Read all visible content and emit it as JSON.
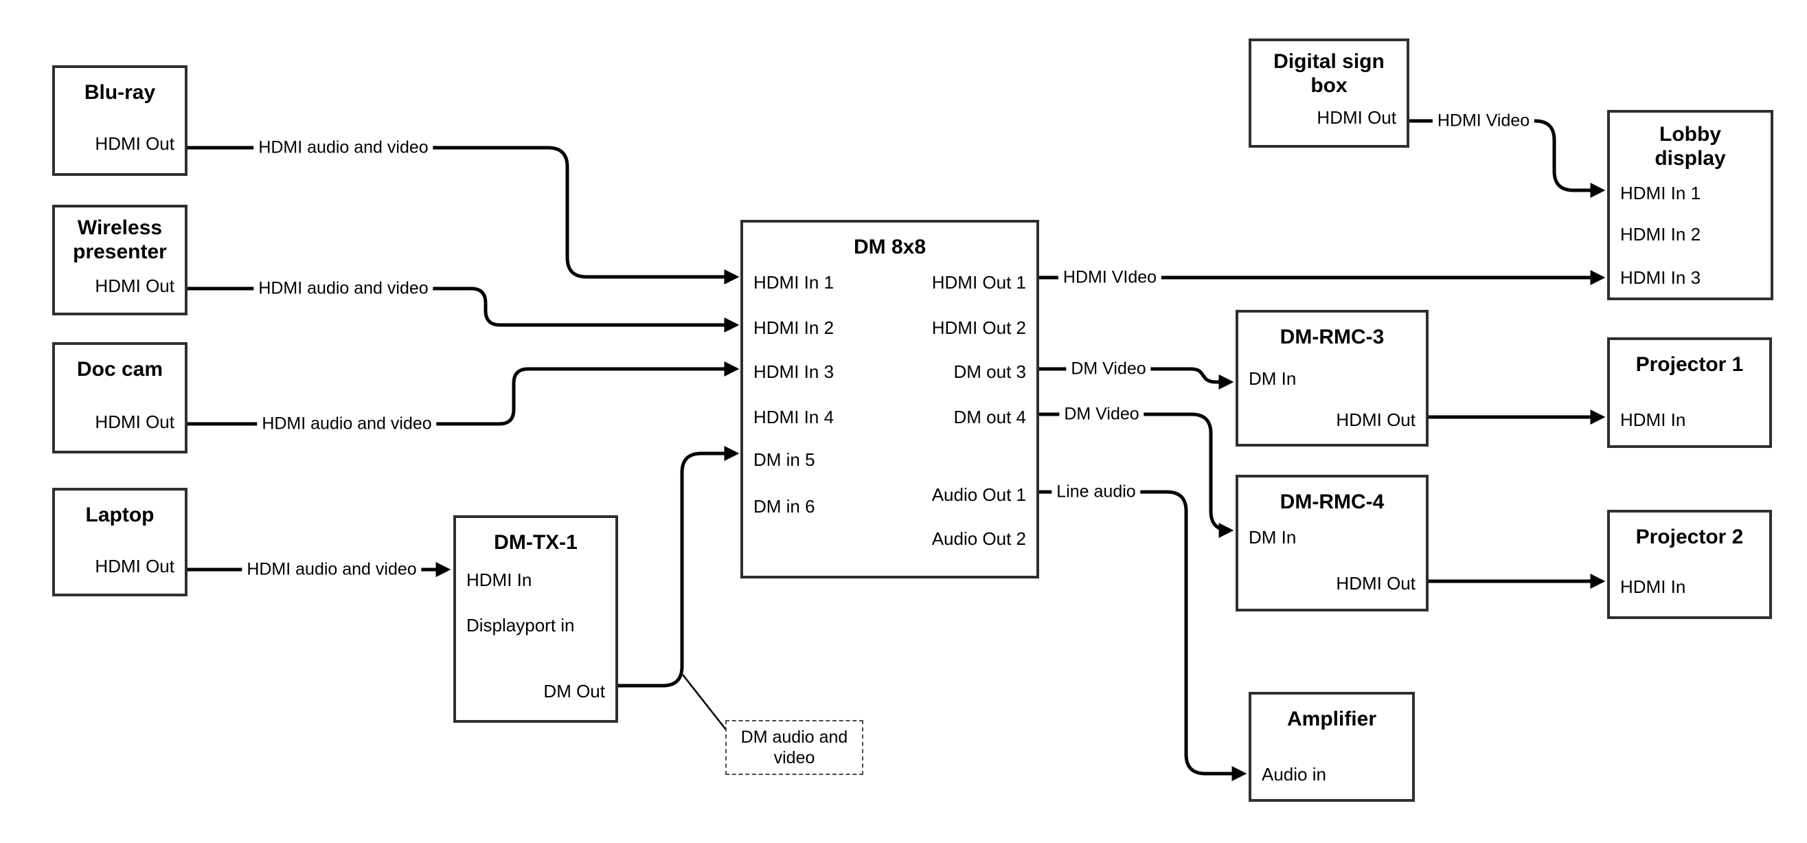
{
  "nodes": [
    {
      "id": "bluray",
      "title": "Blu-ray",
      "ports": [
        "HDMI Out"
      ]
    },
    {
      "id": "wireless",
      "title": "Wireless\npresenter",
      "ports": [
        "HDMI Out"
      ]
    },
    {
      "id": "doccam",
      "title": "Doc cam",
      "ports": [
        "HDMI Out"
      ]
    },
    {
      "id": "laptop",
      "title": "Laptop",
      "ports": [
        "HDMI Out"
      ]
    },
    {
      "id": "dmtx1",
      "title": "DM-TX-1",
      "ports": [
        "HDMI In",
        "Displayport in",
        "DM Out"
      ]
    },
    {
      "id": "dm8x8",
      "title": "DM 8x8",
      "ports_left": [
        "HDMI In 1",
        "HDMI In 2",
        "HDMI In 3",
        "HDMI In 4",
        "DM in 5",
        "DM in 6"
      ],
      "ports_right": [
        "HDMI Out 1",
        "HDMI Out 2",
        "DM out 3",
        "DM out 4",
        "Audio Out 1",
        "Audio Out 2"
      ]
    },
    {
      "id": "digisign",
      "title": "Digital sign\nbox",
      "ports": [
        "HDMI Out"
      ]
    },
    {
      "id": "lobby",
      "title": "Lobby\ndisplay",
      "ports": [
        "HDMI In 1",
        "HDMI In 2",
        "HDMI In 3"
      ]
    },
    {
      "id": "dmrmc3",
      "title": "DM-RMC-3",
      "ports": [
        "DM In",
        "HDMI Out"
      ]
    },
    {
      "id": "proj1",
      "title": "Projector 1",
      "ports": [
        "HDMI In"
      ]
    },
    {
      "id": "dmrmc4",
      "title": "DM-RMC-4",
      "ports": [
        "DM In",
        "HDMI Out"
      ]
    },
    {
      "id": "proj2",
      "title": "Projector 2",
      "ports": [
        "HDMI In"
      ]
    },
    {
      "id": "amplifier",
      "title": "Amplifier",
      "ports": [
        "Audio in"
      ]
    }
  ],
  "connection_labels": [
    {
      "text": "HDMI audio and video"
    },
    {
      "text": "HDMI audio and video"
    },
    {
      "text": "HDMI audio and video"
    },
    {
      "text": "HDMI audio and video"
    },
    {
      "text": "HDMI VIdeo"
    },
    {
      "text": "DM Video"
    },
    {
      "text": "DM Video"
    },
    {
      "text": "Line audio"
    },
    {
      "text": "HDMI Video"
    }
  ],
  "callout": {
    "text": "DM audio and video"
  },
  "colors": {
    "background": "#ffffff",
    "line": "#000000",
    "box_border": "#2f2f2f",
    "text": "#000000"
  }
}
